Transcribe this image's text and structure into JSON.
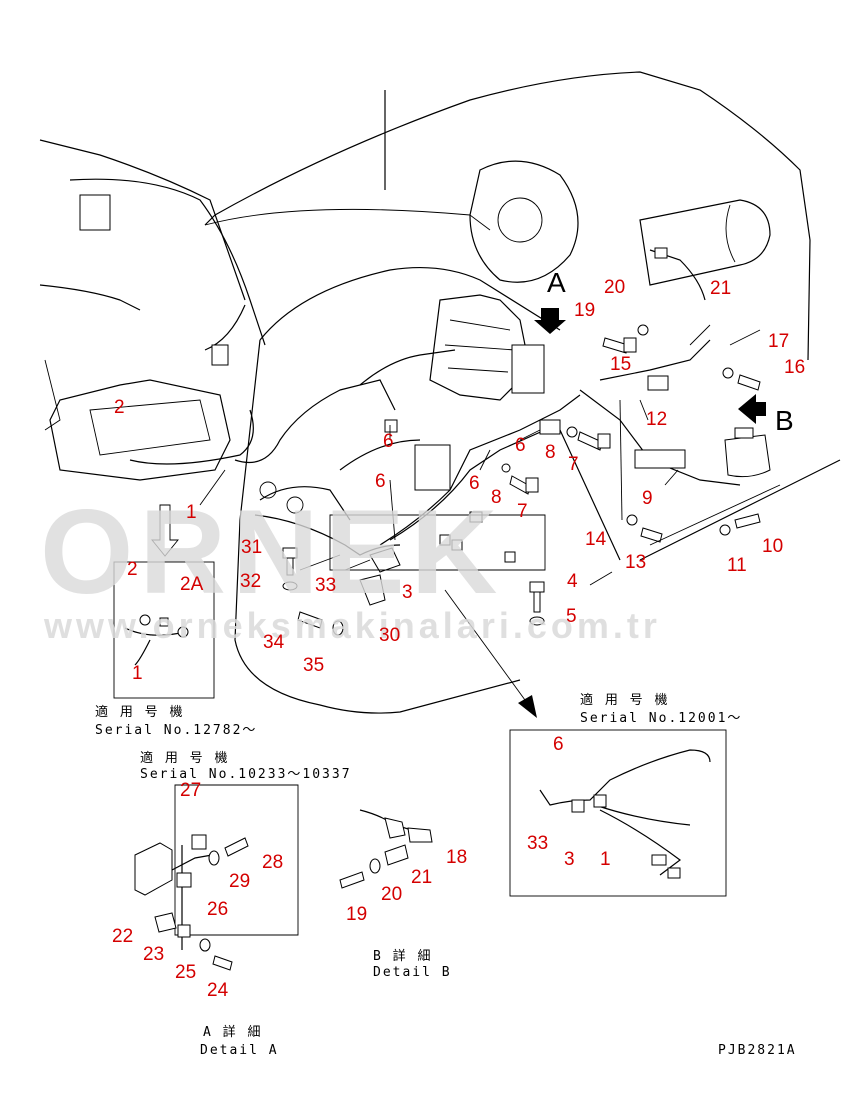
{
  "watermark": {
    "brand": "ORNEK",
    "url": "www.orneksmakinalari.com.tr"
  },
  "drawing_code": "PJB2821A",
  "view_labels": {
    "A": "A",
    "B": "B"
  },
  "callouts": [
    {
      "id": "c2",
      "label": "2"
    },
    {
      "id": "c1",
      "label": "1"
    },
    {
      "id": "c6a",
      "label": "6"
    },
    {
      "id": "c6b",
      "label": "6"
    },
    {
      "id": "c6c",
      "label": "6"
    },
    {
      "id": "c6d",
      "label": "6"
    },
    {
      "id": "c19",
      "label": "19"
    },
    {
      "id": "c20",
      "label": "20"
    },
    {
      "id": "c21",
      "label": "21"
    },
    {
      "id": "c17",
      "label": "17"
    },
    {
      "id": "c16",
      "label": "16"
    },
    {
      "id": "c15",
      "label": "15"
    },
    {
      "id": "c12",
      "label": "12"
    },
    {
      "id": "c8a",
      "label": "8"
    },
    {
      "id": "c8b",
      "label": "8"
    },
    {
      "id": "c7a",
      "label": "7"
    },
    {
      "id": "c7b",
      "label": "7"
    },
    {
      "id": "c9",
      "label": "9"
    },
    {
      "id": "c14",
      "label": "14"
    },
    {
      "id": "c13",
      "label": "13"
    },
    {
      "id": "c10",
      "label": "10"
    },
    {
      "id": "c11",
      "label": "11"
    },
    {
      "id": "c4",
      "label": "4"
    },
    {
      "id": "c5",
      "label": "5"
    },
    {
      "id": "c3",
      "label": "3"
    },
    {
      "id": "c31",
      "label": "31"
    },
    {
      "id": "c32",
      "label": "32"
    },
    {
      "id": "c33",
      "label": "33"
    },
    {
      "id": "c30",
      "label": "30"
    },
    {
      "id": "c34",
      "label": "34"
    },
    {
      "id": "c35",
      "label": "35"
    },
    {
      "id": "i2",
      "label": "2"
    },
    {
      "id": "i2a",
      "label": "2A"
    },
    {
      "id": "i1",
      "label": "1"
    },
    {
      "id": "r6",
      "label": "6"
    },
    {
      "id": "r33",
      "label": "33"
    },
    {
      "id": "r3",
      "label": "3"
    },
    {
      "id": "r1",
      "label": "1"
    },
    {
      "id": "a27",
      "label": "27"
    },
    {
      "id": "a28",
      "label": "28"
    },
    {
      "id": "a29",
      "label": "29"
    },
    {
      "id": "a26",
      "label": "26"
    },
    {
      "id": "a22",
      "label": "22"
    },
    {
      "id": "a23",
      "label": "23"
    },
    {
      "id": "a25",
      "label": "25"
    },
    {
      "id": "a24",
      "label": "24"
    },
    {
      "id": "b18",
      "label": "18"
    },
    {
      "id": "b21",
      "label": "21"
    },
    {
      "id": "b20",
      "label": "20"
    },
    {
      "id": "b19",
      "label": "19"
    }
  ],
  "serial_notes": {
    "left": {
      "jp": "適 用 号 機",
      "en": "Serial No.12782～"
    },
    "right": {
      "jp": "適 用 号 機",
      "en": "Serial No.12001～"
    },
    "detail_a": {
      "jp": "適 用 号 機",
      "en": "Serial No.10233～10337"
    }
  },
  "detail_labels": {
    "a": {
      "jp": "A 詳 細",
      "en": "Detail A"
    },
    "b": {
      "jp": "B 詳 細",
      "en": "Detail B"
    }
  }
}
